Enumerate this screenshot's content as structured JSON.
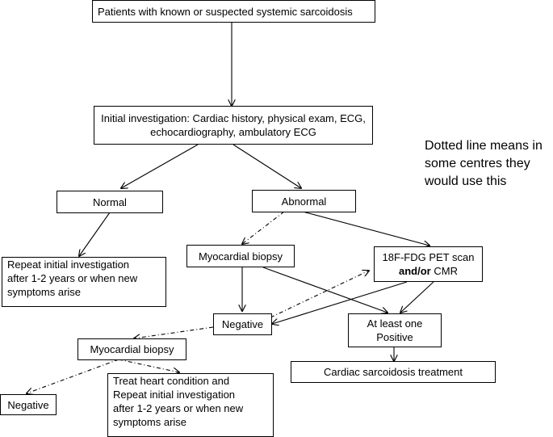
{
  "diagram": {
    "boxes": {
      "patients": {
        "text": "Patients with known or suspected systemic sarcoidosis"
      },
      "initial": {
        "line1": "Initial investigation: Cardiac history, physical exam, ECG,",
        "line2": "echocardiography, ambulatory ECG"
      },
      "normal": {
        "text": "Normal"
      },
      "abnormal": {
        "text": "Abnormal"
      },
      "repeat": {
        "line1": "Repeat initial investigation",
        "line2": "after 1-2 years or when new",
        "line3": "symptoms arise"
      },
      "biopsy1": {
        "text": "Myocardial biopsy"
      },
      "pet": {
        "line1": "18F-FDG PET scan",
        "line2_bold": "and/or",
        "line2_rest": " CMR"
      },
      "negative1": {
        "text": "Negative"
      },
      "positive": {
        "line1": "At least one",
        "line2": "Positive"
      },
      "treatment": {
        "text": "Cardiac sarcoidosis treatment"
      },
      "biopsy2": {
        "text": "Myocardial biopsy"
      },
      "treat_repeat": {
        "line1": "Treat heart condition and",
        "line2": "Repeat initial investigation",
        "line3": "after 1-2 years or when new",
        "line4": "symptoms arise"
      },
      "negative2": {
        "text": "Negative"
      }
    },
    "note": {
      "line1": "Dotted line means in",
      "line2": "some centres they",
      "line3": "would use this"
    },
    "colors": {
      "stroke": "#000000",
      "background": "#ffffff"
    }
  }
}
